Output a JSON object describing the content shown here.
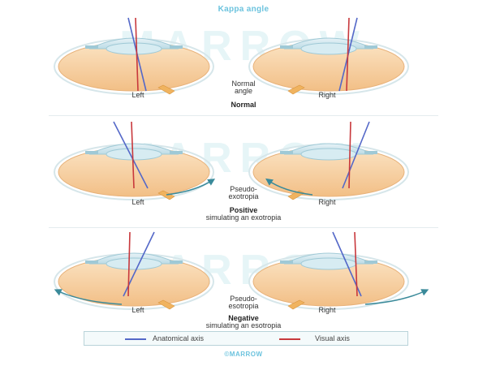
{
  "title": "Kappa angle",
  "watermark": "MARROW",
  "footer": "©MARROW",
  "colors": {
    "anatomical_axis": "#5468c8",
    "visual_axis": "#c8383c",
    "lens": "#cfe6ee",
    "eye_body": "#f7cf9f",
    "arrow": "#3a8a9a",
    "title": "#6cc3de"
  },
  "rows": [
    {
      "left_label": "Left",
      "right_label": "Right",
      "center_label": [
        "Normal",
        "angle"
      ],
      "section_title": "Normal",
      "section_subtitle": "",
      "arrows": "none"
    },
    {
      "left_label": "Left",
      "right_label": "Right",
      "center_label": [
        "Pseudo-",
        "exotropia"
      ],
      "section_title": "Positive",
      "section_subtitle": "simulating an exotropia",
      "arrows": "outward-inner"
    },
    {
      "left_label": "Left",
      "right_label": "Right",
      "center_label": [
        "Pseudo-",
        "esotropia"
      ],
      "section_title": "Negative",
      "section_subtitle": "simulating an esotropia",
      "arrows": "outward-outer"
    }
  ],
  "legend": {
    "anatomical_label": "Anatomical axis",
    "visual_label": "Visual axis"
  }
}
